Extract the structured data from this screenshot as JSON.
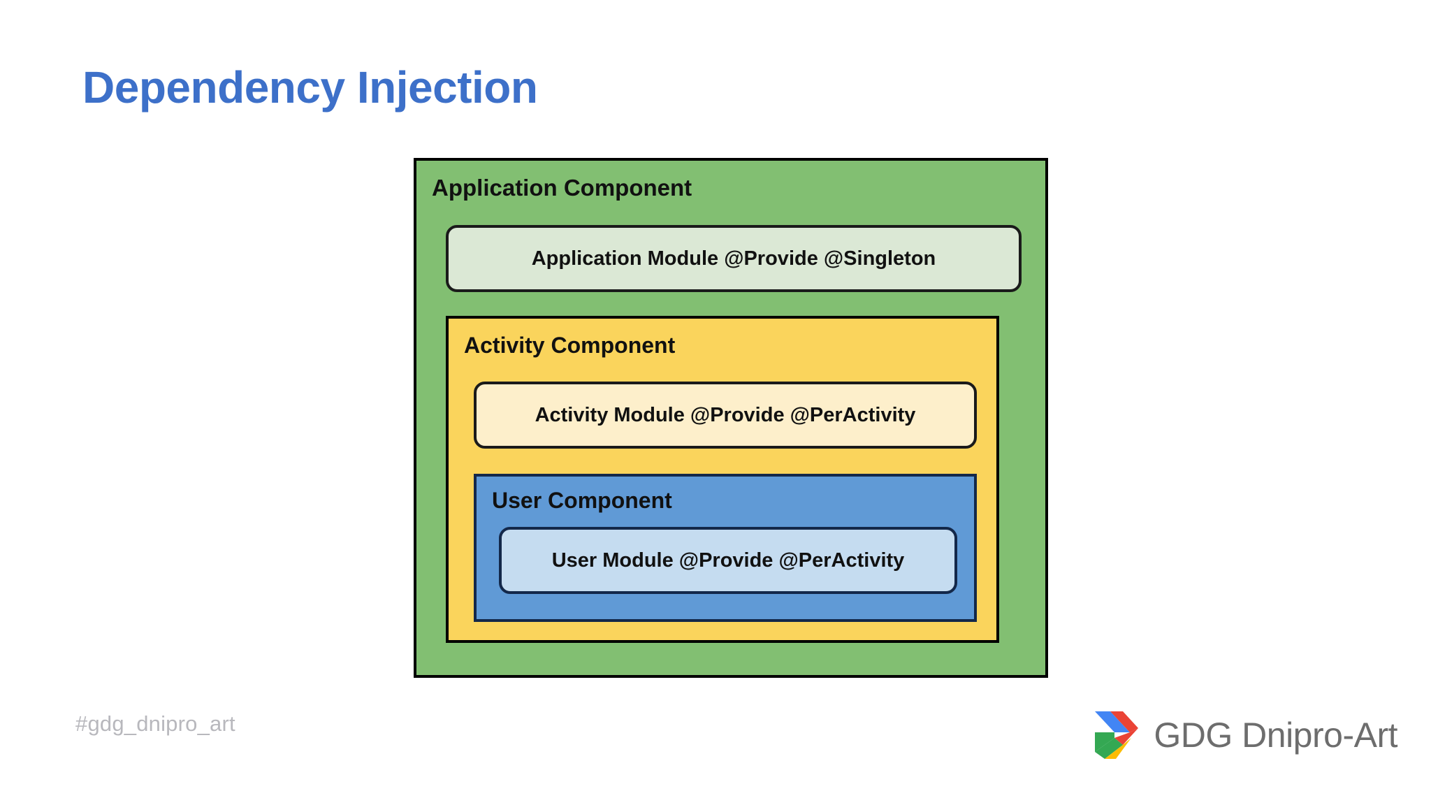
{
  "slide": {
    "title": "Dependency Injection",
    "title_color": "#3d70c9",
    "background_color": "#ffffff"
  },
  "diagram": {
    "type": "nested-containment",
    "application_component": {
      "title": "Application Component",
      "fill": "#82bf72",
      "stroke": "#000000",
      "module": {
        "label": "Application Module @Provide @Singleton",
        "fill": "#dbe8d5",
        "stroke": "#1a1a1a"
      }
    },
    "activity_component": {
      "title": "Activity Component",
      "fill": "#fad45c",
      "stroke": "#000000",
      "module": {
        "label": "Activity Module @Provide @PerActivity",
        "fill": "#fdefcb",
        "stroke": "#1a1a1a"
      }
    },
    "user_component": {
      "title": "User Component",
      "fill": "#609ad6",
      "stroke": "#13284a",
      "module": {
        "label": "User Module @Provide @PerActivity",
        "fill": "#c5dcf0",
        "stroke": "#13284a"
      }
    }
  },
  "footer": {
    "hashtag": "#gdg_dnipro_art",
    "hashtag_color": "#b8b8bd",
    "logo": {
      "wordmark": "GDG Dnipro-Art",
      "wordmark_color": "#6d6d6d",
      "icon": "gdg-chevron-icon",
      "colors": {
        "blue": "#4285f4",
        "red": "#ea4335",
        "green": "#34a853",
        "yellow": "#fbbc04"
      }
    }
  }
}
